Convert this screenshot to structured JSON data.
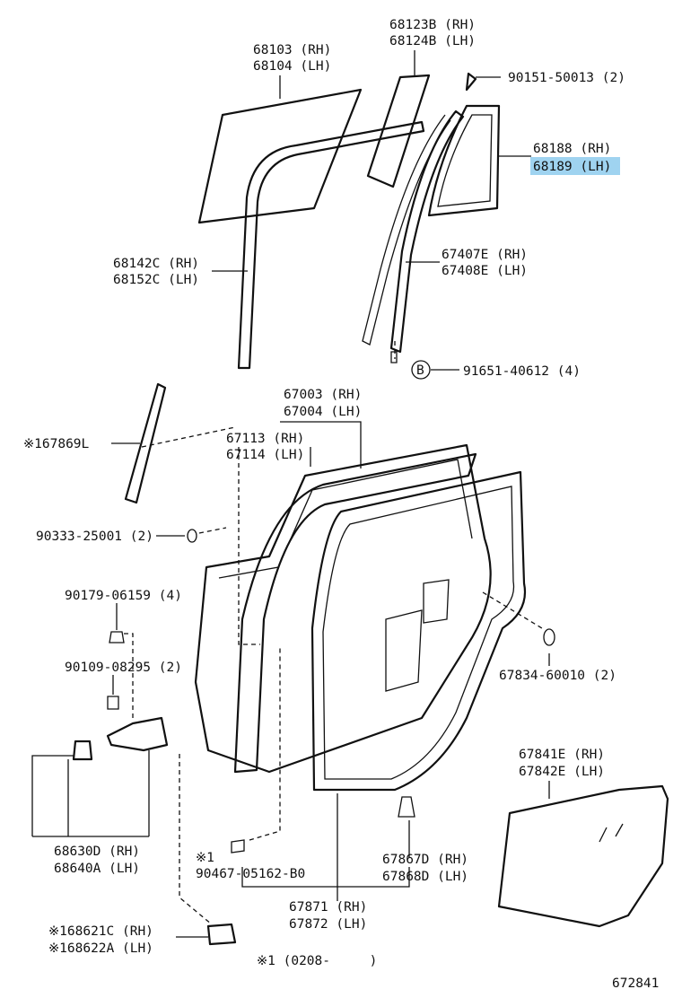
{
  "labels": {
    "p68103": "68103 (RH)",
    "p68104": "68104 (LH)",
    "p68123B": "68123B (RH)",
    "p68124B": "68124B (LH)",
    "p90151": "90151-50013 (2)",
    "p68188": "68188 (RH)",
    "p68189": "68189 (LH)",
    "p68142C": "68142C (RH)",
    "p68152C": "68152C (LH)",
    "p67407E": "67407E (RH)",
    "p67408E": "67408E (LH)",
    "b_marker": "B",
    "p91651": "91651-40612 (4)",
    "p167869L": "※167869L",
    "p67003": "67003 (RH)",
    "p67004": "67004 (LH)",
    "p67113": "67113 (RH)",
    "p67114": "67114 (LH)",
    "p90333": "90333-25001 (2)",
    "p90179": "90179-06159 (4)",
    "p90109": "90109-08295 (2)",
    "p67834": "67834-60010 (2)",
    "p67841E": "67841E (RH)",
    "p67842E": "67842E (LH)",
    "p68630D": "68630D (RH)",
    "p68640A": "68640A (LH)",
    "note1_mark": "※1",
    "p90467": "90467-05162-B0",
    "p67867D": "67867D (RH)",
    "p67868D": "67868D (LH)",
    "p67871": "67871 (RH)",
    "p67872": "67872 (LH)",
    "p168621C": "※168621C (RH)",
    "p168622A": "※168622A (LH)",
    "footnote": "※1 (0208-     )",
    "diagram_id": "672841"
  },
  "highlight_color": "#9fd3f0"
}
